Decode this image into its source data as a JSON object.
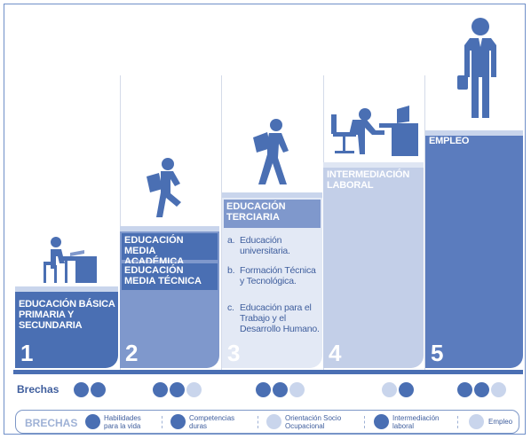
{
  "steps": [
    {
      "number": "1",
      "heading": "EDUCACIÓN BÁSICA PRIMARIA Y SECUNDARIA",
      "figure": "student-at-desk-icon"
    },
    {
      "number": "2",
      "heading_1": "EDUCACIÓN MEDIA ACADÉMICA",
      "heading_2": "EDUCACIÓN MEDIA TÉCNICA",
      "figure": "climbing-student-icon"
    },
    {
      "number": "3",
      "heading": "EDUCACIÓN TERCIARIA",
      "items": [
        {
          "marker": "a.",
          "text": "Educación universitaria."
        },
        {
          "marker": "b.",
          "text": "Formación Técnica y Tecnológica."
        },
        {
          "marker": "c.",
          "text": "Educación para el Trabajo y el Desarrollo Humano."
        }
      ],
      "figure": "walking-student-icon"
    },
    {
      "number": "4",
      "heading": "INTERMEDIACIÓN LABORAL",
      "figure": "office-worker-icon"
    },
    {
      "number": "5",
      "heading": "EMPLEO",
      "figure": "businessman-icon"
    }
  ],
  "brechas_row": {
    "label": "Brechas",
    "groups": [
      [
        "habilidades-icon",
        "competencias-icon"
      ],
      [
        "habilidades-icon",
        "competencias-icon",
        "orientacion-icon"
      ],
      [
        "habilidades-icon",
        "competencias-icon",
        "orientacion-icon"
      ],
      [
        "orientacion-icon",
        "intermediacion-icon"
      ],
      [
        "habilidades-icon",
        "competencias-icon",
        "empleo-icon"
      ]
    ]
  },
  "legend": {
    "title": "BRECHAS",
    "items": [
      {
        "icon": "habilidades-icon",
        "text": "Habilidades para la vida"
      },
      {
        "icon": "competencias-icon",
        "text": "Competencias duras"
      },
      {
        "icon": "orientacion-icon",
        "text": "Orientación Socio Ocupacional"
      },
      {
        "icon": "intermediacion-icon",
        "text": "Intermediación laboral"
      },
      {
        "icon": "empleo-icon",
        "text": "Empleo"
      }
    ]
  },
  "colors": {
    "primary": "#4a6fb3",
    "dark": "#2f528f",
    "light": "#c9d5ec",
    "step1": "#5b7cbe",
    "step2": "#7f98cc",
    "step3": "#dde4f2",
    "step4": "#c3cfe8",
    "step5": "#5b7cbe"
  }
}
